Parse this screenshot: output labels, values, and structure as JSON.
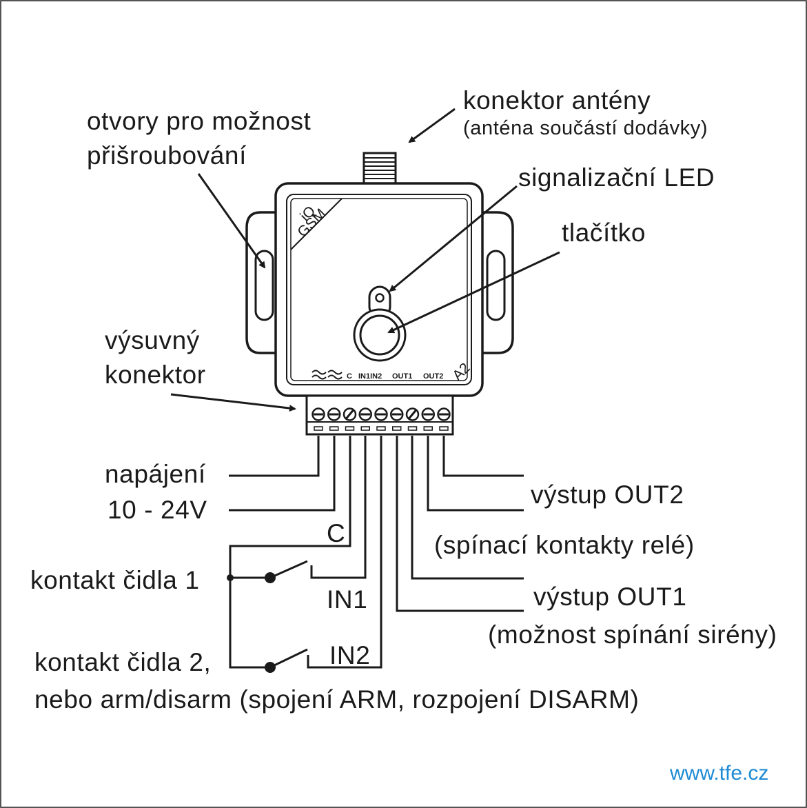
{
  "labels": {
    "holes_line1": "otvory pro možnost",
    "holes_line2": "přišroubování",
    "antenna_line1": "konektor antény",
    "antenna_line2": "(anténa součástí dodávky)",
    "led": "signalizační LED",
    "button": "tlačítko",
    "connector_line1": "výsuvný",
    "connector_line2": "konektor",
    "power_line1": "napájení",
    "power_line2": "10 - 24V",
    "common": "C",
    "sensor1": "kontakt čidla 1",
    "in1": "IN1",
    "sensor2": "kontakt čidla 2,",
    "in2": "IN2",
    "arm_note": "nebo arm/disarm (spojení ARM, rozpojení DISARM)",
    "out2": "výstup OUT2",
    "out2_note": "(spínací kontakty relé)",
    "out1": "výstup OUT1",
    "out1_note": "(možnost spínání sirény)",
    "website": "www.tfe.cz"
  },
  "device": {
    "logo_line1": "iQ",
    "logo_line2": "GSM",
    "model": "A2",
    "terminal_common": "C",
    "terminal_inputs": "IN1IN2",
    "terminal_out1": "OUT1",
    "terminal_out2": "OUT2"
  },
  "colors": {
    "link": "#1e8bd3",
    "ink": "#1a1a1a"
  }
}
